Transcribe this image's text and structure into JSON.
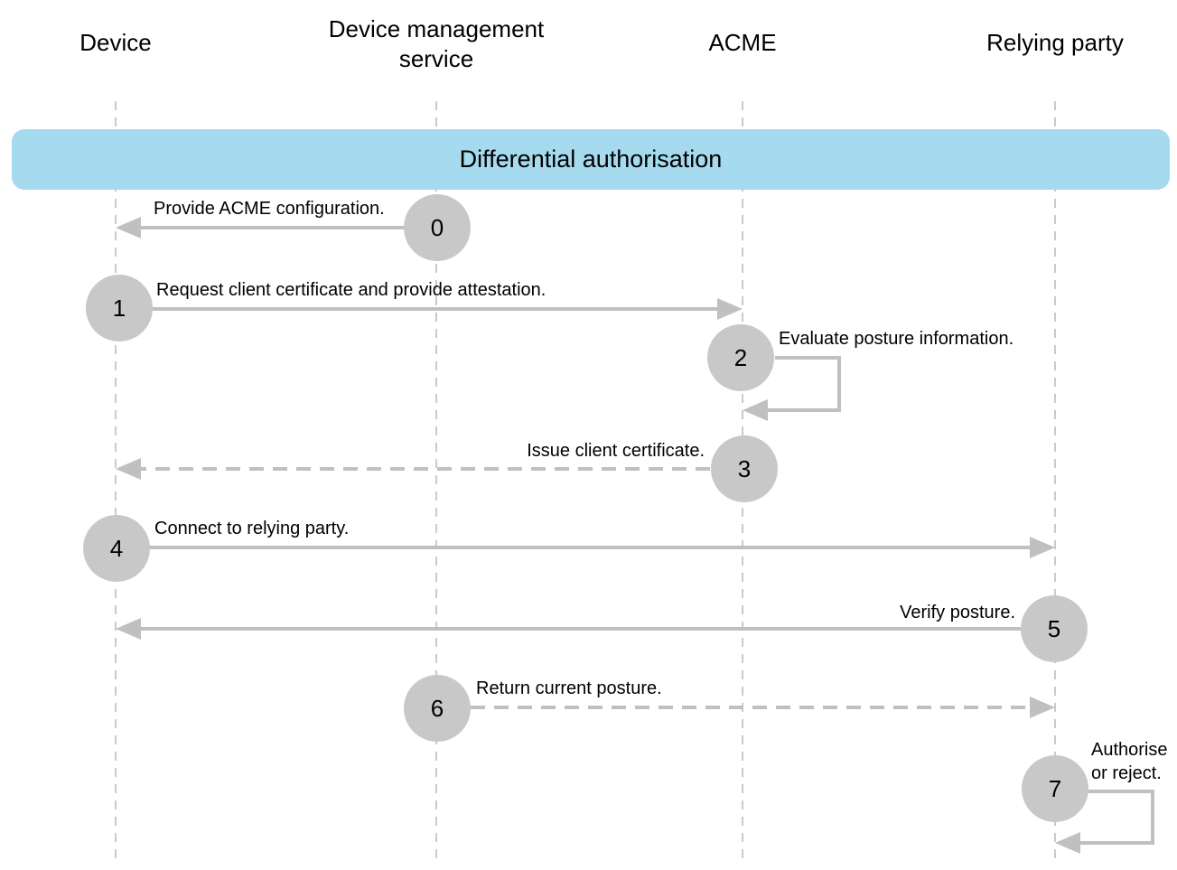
{
  "columns": {
    "device": "Device",
    "dms_line1": "Device management",
    "dms_line2": "service",
    "acme": "ACME",
    "relying_party": "Relying party"
  },
  "band": {
    "label": "Differential authorisation",
    "color": "#a6daee"
  },
  "steps": [
    {
      "number": "0",
      "label": "Provide ACME configuration.",
      "from": "Device management service",
      "to": "Device",
      "style": "solid"
    },
    {
      "number": "1",
      "label": "Request client certificate and provide attestation.",
      "from": "Device",
      "to": "ACME",
      "style": "solid"
    },
    {
      "number": "2",
      "label": "Evaluate posture information.",
      "from": "ACME",
      "to": "ACME",
      "style": "solid"
    },
    {
      "number": "3",
      "label": "Issue client certificate.",
      "from": "ACME",
      "to": "Device",
      "style": "dashed"
    },
    {
      "number": "4",
      "label": "Connect to relying party.",
      "from": "Device",
      "to": "Relying party",
      "style": "solid"
    },
    {
      "number": "5",
      "label": "Verify posture.",
      "from": "Relying party",
      "to": "Device",
      "style": "solid"
    },
    {
      "number": "6",
      "label": "Return current posture.",
      "from": "Device management service",
      "to": "Relying party",
      "style": "dashed"
    },
    {
      "number": "7",
      "label_line1": "Authorise",
      "label_line2": "or reject.",
      "from": "Relying party",
      "to": "Relying party",
      "style": "solid"
    }
  ],
  "colors": {
    "arrow": "#c0c0c0",
    "circle": "#c8c8c8",
    "lifeline": "#b8b8b8",
    "band": "#a6daee"
  }
}
